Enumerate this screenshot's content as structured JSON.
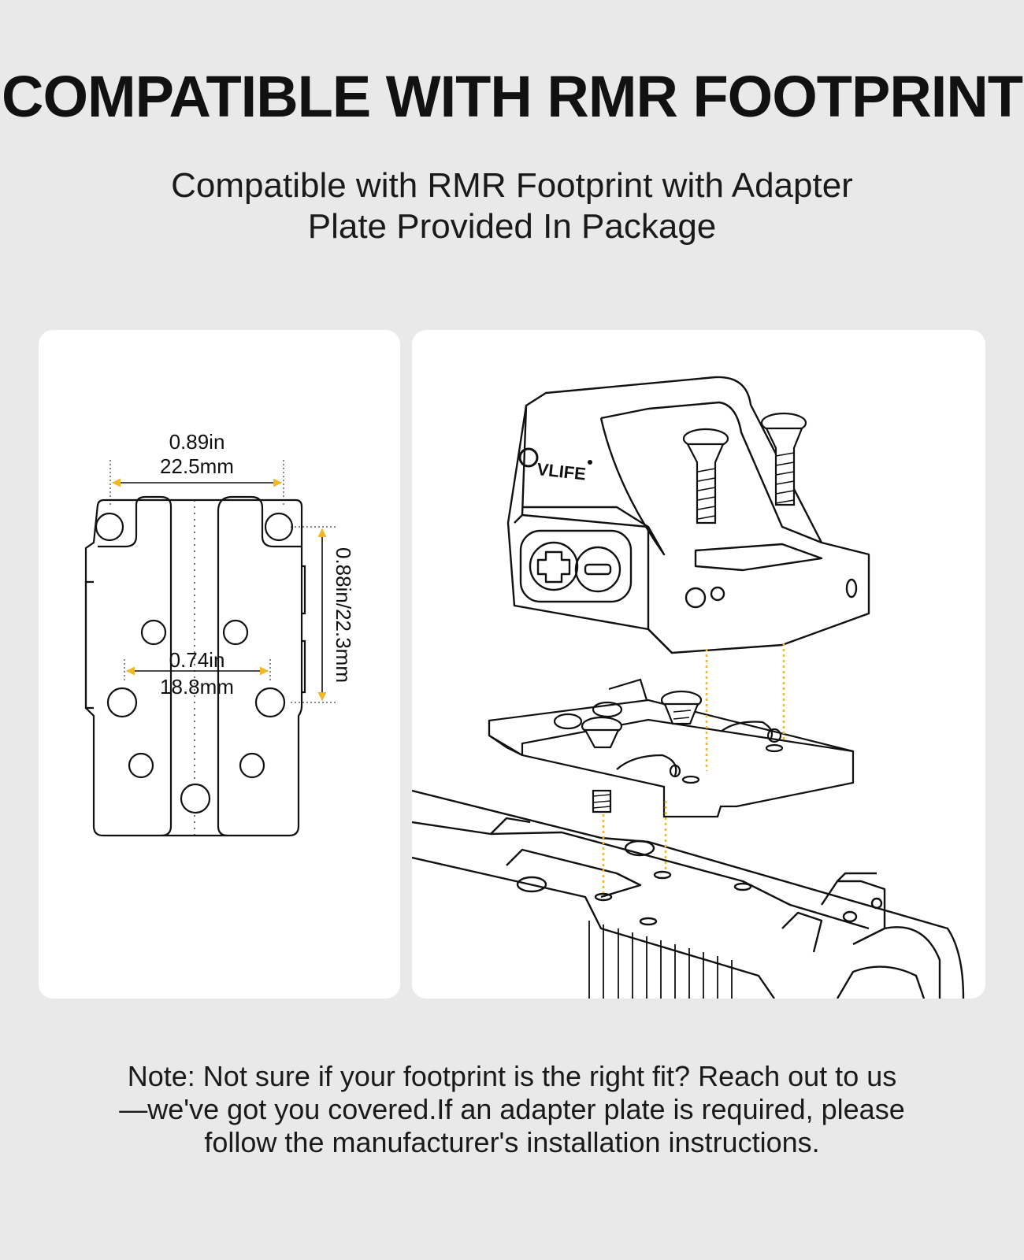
{
  "header": {
    "title": "COMPATIBLE WITH RMR FOOTPRINT",
    "subtitle_line1": "Compatible with RMR Footprint with Adapter",
    "subtitle_line2": "Plate Provided In Package"
  },
  "footprint_diagram": {
    "width_in": "0.89in",
    "width_mm": "22.5mm",
    "length_label": "0.88in/22.3mm",
    "hole_spacing_in": "0.74in",
    "hole_spacing_mm": "18.8mm",
    "dimension_arrow_color": "#f2b824"
  },
  "exploded_diagram": {
    "brand_logo_text": "VLIFE",
    "guide_line_color": "#f2b824"
  },
  "note": {
    "line1": "Note: Not sure if your footprint is the right fit? Reach out to us",
    "line2": "—we've got you covered.If an adapter plate is required, please",
    "line3": "follow the manufacturer's installation instructions."
  }
}
